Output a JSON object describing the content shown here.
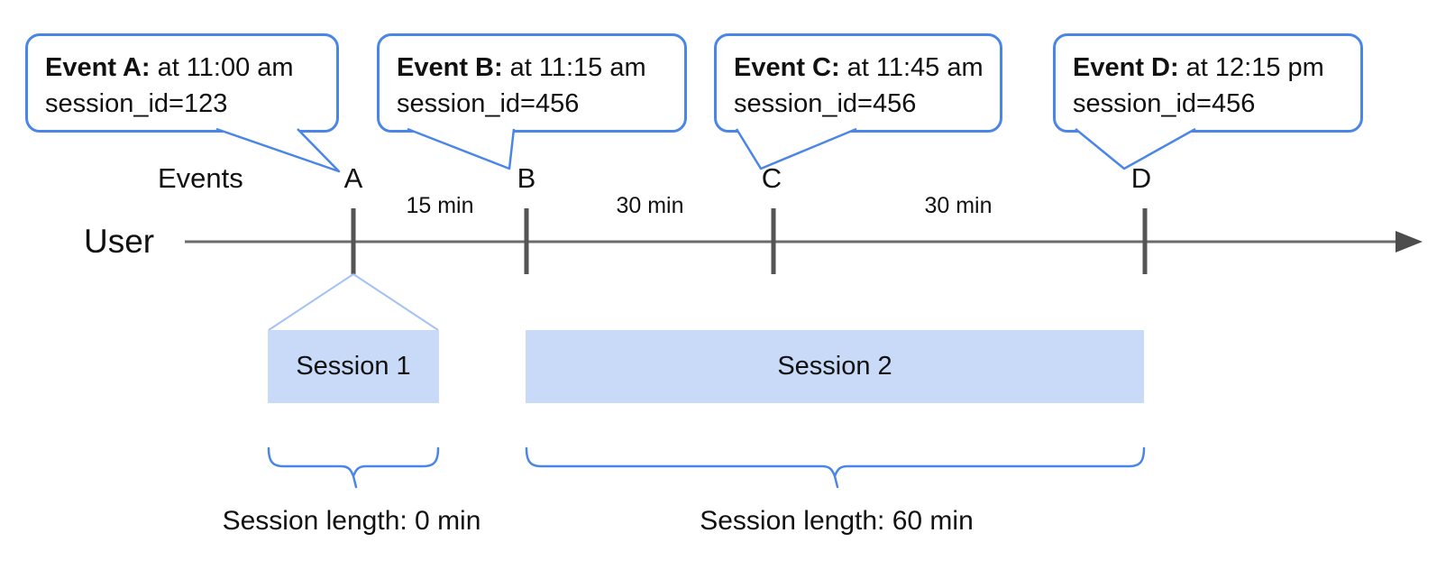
{
  "diagram": {
    "events_row_label": "Events",
    "timeline_label": "User",
    "bubbles": [
      {
        "title": "Event A:",
        "detail": "at 11:00 am",
        "session": "session_id=123"
      },
      {
        "title": "Event B:",
        "detail": "at 11:15 am",
        "session": "session_id=456"
      },
      {
        "title": "Event C:",
        "detail": "at 11:45 am",
        "session": "session_id=456"
      },
      {
        "title": "Event D:",
        "detail": "at 12:15 pm",
        "session": "session_id=456"
      }
    ],
    "markers": [
      "A",
      "B",
      "C",
      "D"
    ],
    "intervals": [
      "15 min",
      "30 min",
      "30 min"
    ],
    "sessions": [
      {
        "label": "Session 1",
        "length": "Session length: 0 min"
      },
      {
        "label": "Session 2",
        "length": "Session length: 60 min"
      }
    ],
    "colors": {
      "bubble_border": "#4a86e8",
      "brace": "#4a86e8",
      "session_fill": "#c9daf8",
      "funnel_line": "#a4c2f4",
      "timeline": "#6b6b6b",
      "tick": "#545454",
      "arrowhead": "#4d4d4d"
    }
  }
}
